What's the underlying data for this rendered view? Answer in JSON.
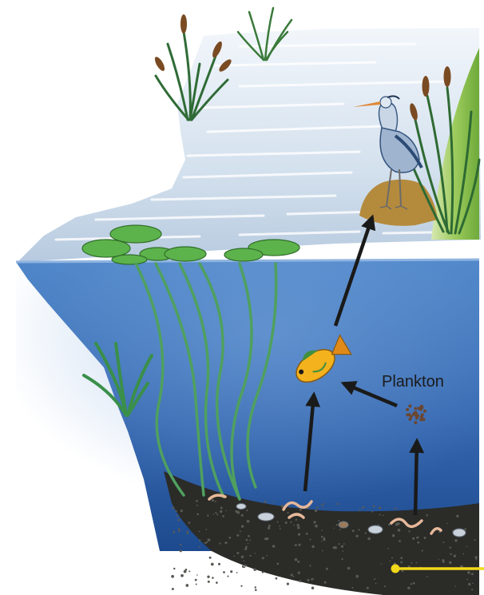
{
  "labels": {
    "plankton": "Plankton"
  },
  "colors": {
    "surface_light": "#eef3f9",
    "surface_dark": "#a9c0d8",
    "water_top": "#4a7fc4",
    "water_bottom": "#1d4c92",
    "sediment": "#2a2a27",
    "plant_green": "#3f9a55",
    "lily_pad": "#59b04a",
    "arrow": "#1a1a1a",
    "pointer_line": "#f2d81a",
    "shore_grass": "#8cc04d",
    "heron_body": "#c9d6e6",
    "fish_body": "#f4b21c"
  },
  "food_web": {
    "nodes": [
      "plankton",
      "sediment-worms",
      "fish",
      "heron"
    ],
    "links": [
      {
        "from": "sediment-worms",
        "to": "fish"
      },
      {
        "from": "plankton",
        "to": "fish"
      },
      {
        "from": "sediment-worms",
        "to": "plankton"
      },
      {
        "from": "fish",
        "to": "heron"
      }
    ]
  }
}
